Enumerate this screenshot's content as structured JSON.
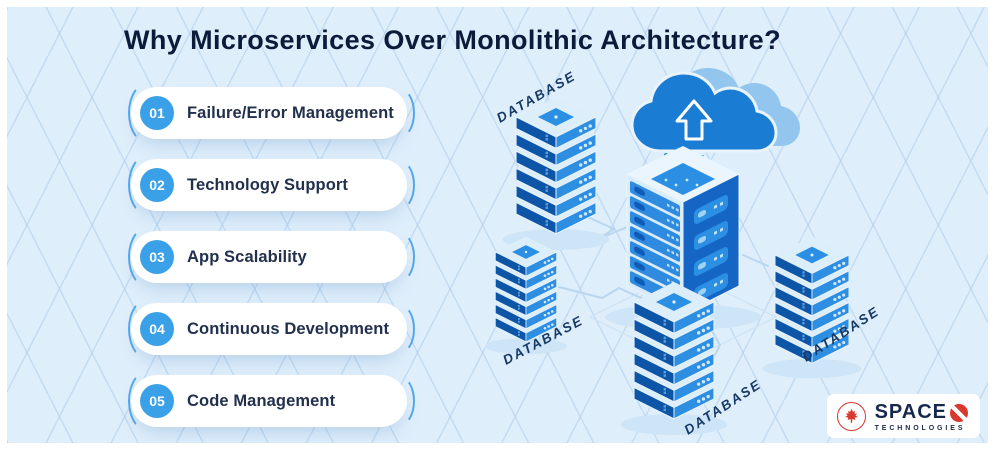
{
  "title": "Why Microservices Over Monolithic Architecture?",
  "benefits": [
    {
      "number": "01",
      "label": "Failure/Error Management"
    },
    {
      "number": "02",
      "label": "Technology Support"
    },
    {
      "number": "03",
      "label": "App Scalability"
    },
    {
      "number": "04",
      "label": "Continuous Development"
    },
    {
      "number": "05",
      "label": "Code Management"
    }
  ],
  "illustration": {
    "labels": {
      "db_top_left": "DATABASE",
      "db_mid_left": "DATABASE",
      "db_bottom_center": "DATABASE",
      "db_right": "DATABASE"
    },
    "icons": [
      "cloud-upload-icon",
      "server-tower-icon",
      "database-stack-icon"
    ]
  },
  "logo": {
    "brand": "SPACE",
    "tagline": "TECHNOLOGIES",
    "icons": [
      "maple-leaf-icon",
      "o-slash-icon"
    ]
  },
  "colors": {
    "background": "#dfeefb",
    "accent_blue": "#3aa0e8",
    "server_bright": "#2e8fe2",
    "server_dark": "#0d55a6",
    "cloud_blue": "#1b7cd4",
    "title_navy": "#0c1b3a",
    "logo_red": "#d8382e"
  }
}
